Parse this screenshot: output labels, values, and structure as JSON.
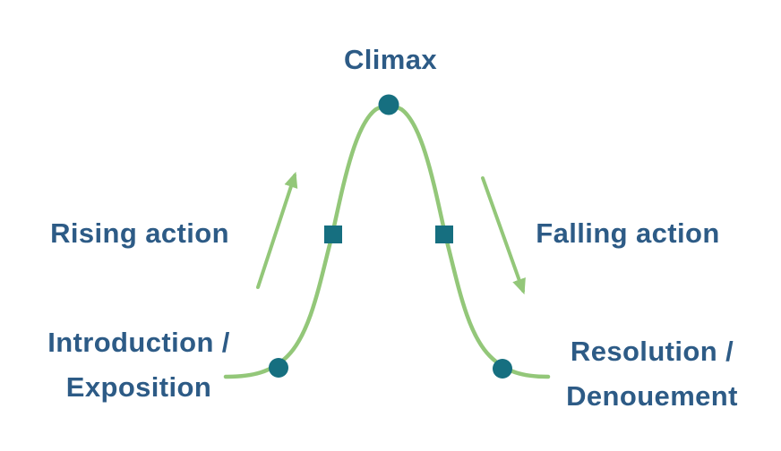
{
  "diagram": {
    "type": "story-arc-plot-structure",
    "labels": {
      "climax": "Climax",
      "rising_action": "Rising action",
      "falling_action": "Falling action",
      "introduction": "Introduction /",
      "exposition": "Exposition",
      "resolution": "Resolution /",
      "denouement": "Denouement"
    },
    "colors": {
      "curve_green": "#93c779",
      "marker_teal": "#166f80",
      "label_blue": "#2d5b86"
    },
    "nodes": [
      {
        "stage": "Introduction / Exposition",
        "marker": "circle",
        "position": "start-of-curve"
      },
      {
        "stage": "Rising action",
        "marker": "square",
        "position": "rising-flank-midpoint"
      },
      {
        "stage": "Climax",
        "marker": "circle",
        "position": "peak-of-curve"
      },
      {
        "stage": "Falling action",
        "marker": "square",
        "position": "falling-flank-midpoint"
      },
      {
        "stage": "Resolution / Denouement",
        "marker": "circle",
        "position": "end-of-curve"
      }
    ],
    "icons": {
      "rising_arrow": "up-right-arrow-icon",
      "falling_arrow": "down-right-arrow-icon"
    }
  }
}
